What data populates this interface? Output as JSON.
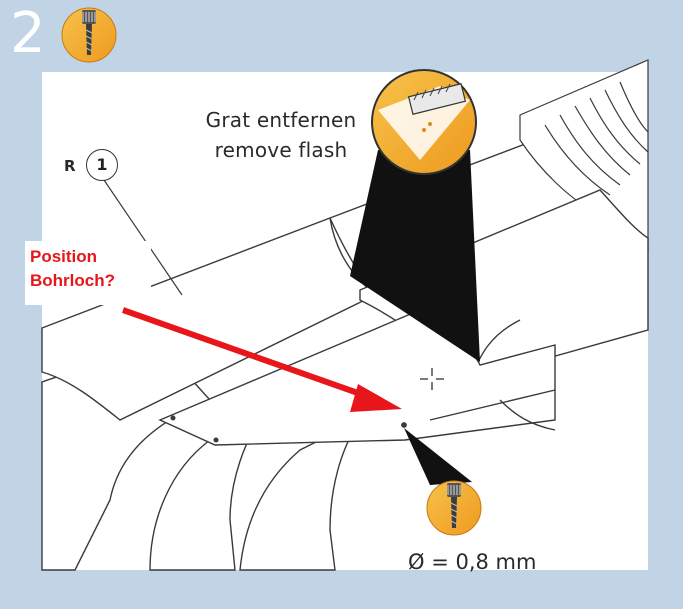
{
  "step": {
    "number": "2"
  },
  "captions": {
    "de": "Grat entfernen",
    "en": "remove flash"
  },
  "callout": {
    "prefix": "R",
    "number": "1"
  },
  "annotation": {
    "line1": "Position",
    "line2": "Bohrloch?"
  },
  "drill_note": {
    "diameter": "Ø = 0,8 mm"
  },
  "icons": {
    "step_icon": "drill-bit-icon",
    "flash_icon": "knife-blade-icon",
    "hole_icon": "drill-bit-icon",
    "cursor": "crosshair-icon"
  },
  "colors": {
    "background": "#c1d4e6",
    "icon_fill": "#f2a92a",
    "annotation_text": "#e8151b",
    "arrow": "#e8151b",
    "part_fill": "#ffffff",
    "outline": "#3a3a3a"
  }
}
